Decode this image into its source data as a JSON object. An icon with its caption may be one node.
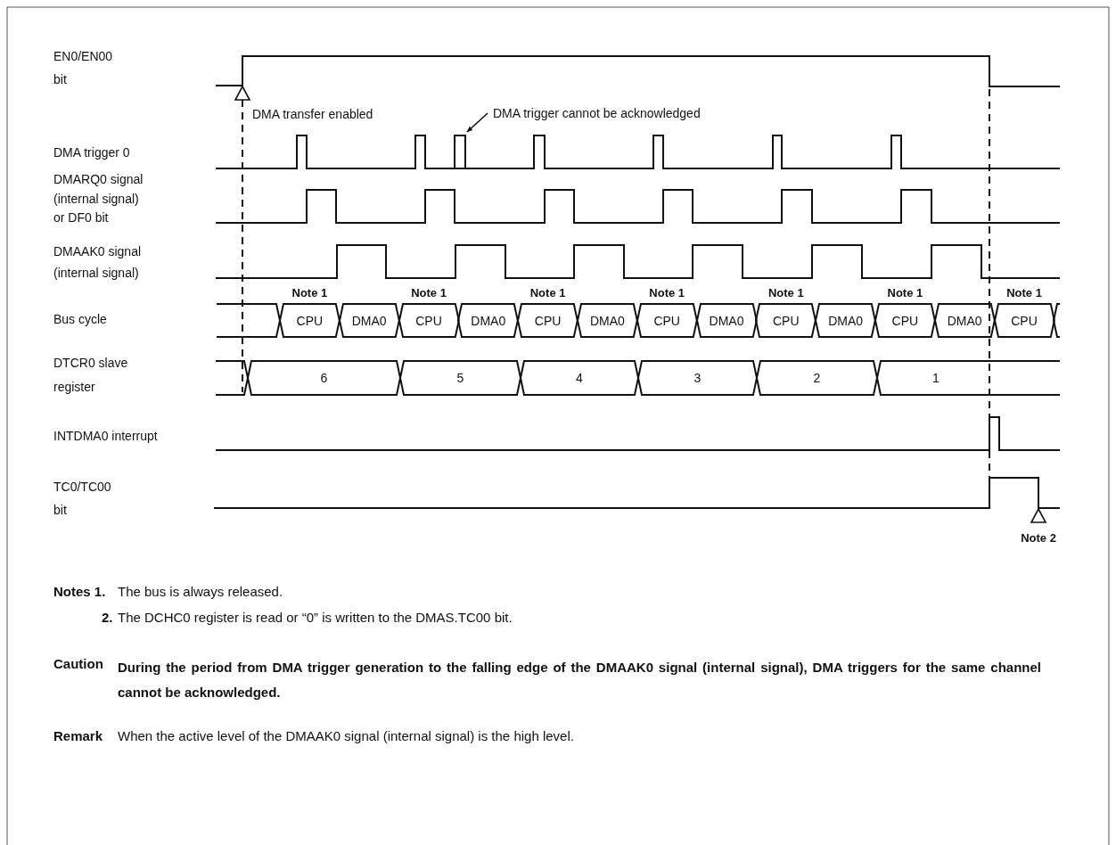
{
  "diagram": {
    "nodes": [
      {
        "text": [
          "DMA trigger cannot be acknowledged"
        ]
      },
      {
        "text": [
          "CPU"
        ],
        "beside": [
          "Note 1"
        ]
      },
      {
        "text": [
          "DMA0"
        ]
      },
      {
        "text": [
          "CPU"
        ],
        "beside": [
          "Note 1"
        ]
      },
      {
        "text": [
          "DMA0"
        ]
      },
      {
        "text": [
          "CPU"
        ],
        "beside": [
          "Note 1"
        ]
      },
      {
        "text": [
          "DMA0"
        ]
      },
      {
        "text": [
          "CPU"
        ],
        "beside": [
          "Note 1"
        ]
      },
      {
        "text": [
          "DMA0"
        ]
      },
      {
        "text": [
          "CPU"
        ],
        "beside": [
          "Note 1"
        ]
      },
      {
        "text": [
          "DMA0"
        ]
      },
      {
        "text": [
          "CPU"
        ],
        "beside": [
          "Note 1"
        ]
      },
      {
        "text": [
          "DMA0"
        ]
      },
      {
        "text": [
          "CPU"
        ],
        "beside": [
          "Note 1"
        ]
      },
      {
        "text": [
          "6"
        ]
      },
      {
        "text": [
          "5"
        ]
      },
      {
        "text": [
          "4"
        ]
      },
      {
        "text": [
          "3"
        ]
      },
      {
        "text": [
          "2"
        ]
      },
      {
        "text": [
          "1"
        ]
      },
      {
        "text": [],
        "shape": "bar"
      }
    ],
    "edges": [
      {
        "from": 0,
        "to": 20,
        "arrow": "to"
      }
    ],
    "labels": [
      "EN0/EN00 bit",
      "DMA transfer enabled",
      "DMA trigger 0",
      "DMARQ0 signal (internal signal) or DF0 bit",
      "DMAAK0 signal (internal signal)",
      "Bus cycle",
      "DTCR0 slave register",
      "INTDMA0 interrupt",
      "TC0/TC00 bit",
      "Note 2",
      "Notes 1.",
      "The bus is always released.",
      "2.",
      "The DCHC0 register is read or “0” is written to the DMAS.TC00 bit.",
      "Caution",
      "During the period from DMA trigger generation to the falling edge of the DMAAK0 signal (internal signal), DMA triggers for the same channel cannot be acknowledged.",
      "Remark",
      "When the active level of the DMAAK0 signal (internal signal) is the high level."
    ]
  }
}
